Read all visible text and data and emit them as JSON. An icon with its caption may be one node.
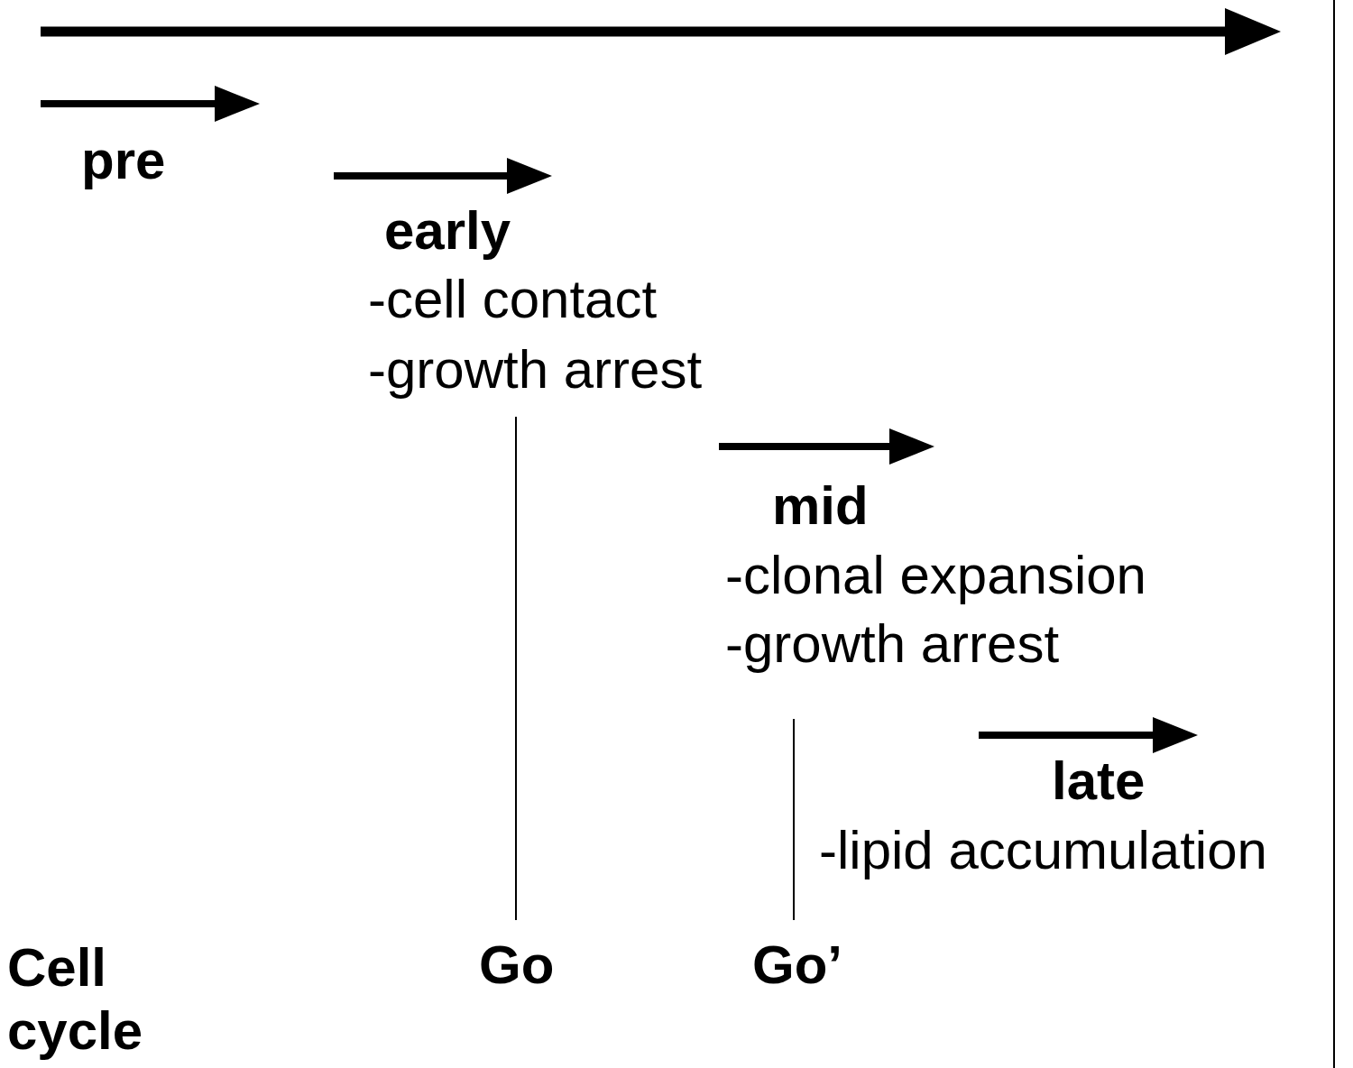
{
  "diagram": {
    "labels": [
      "pre",
      "early",
      "-cell contact",
      "-growth arrest",
      "mid",
      "-clonal expansion",
      "-growth arrest",
      "late",
      "-lipid accumulation",
      "Cell cycle",
      "Go",
      "Go’"
    ]
  }
}
